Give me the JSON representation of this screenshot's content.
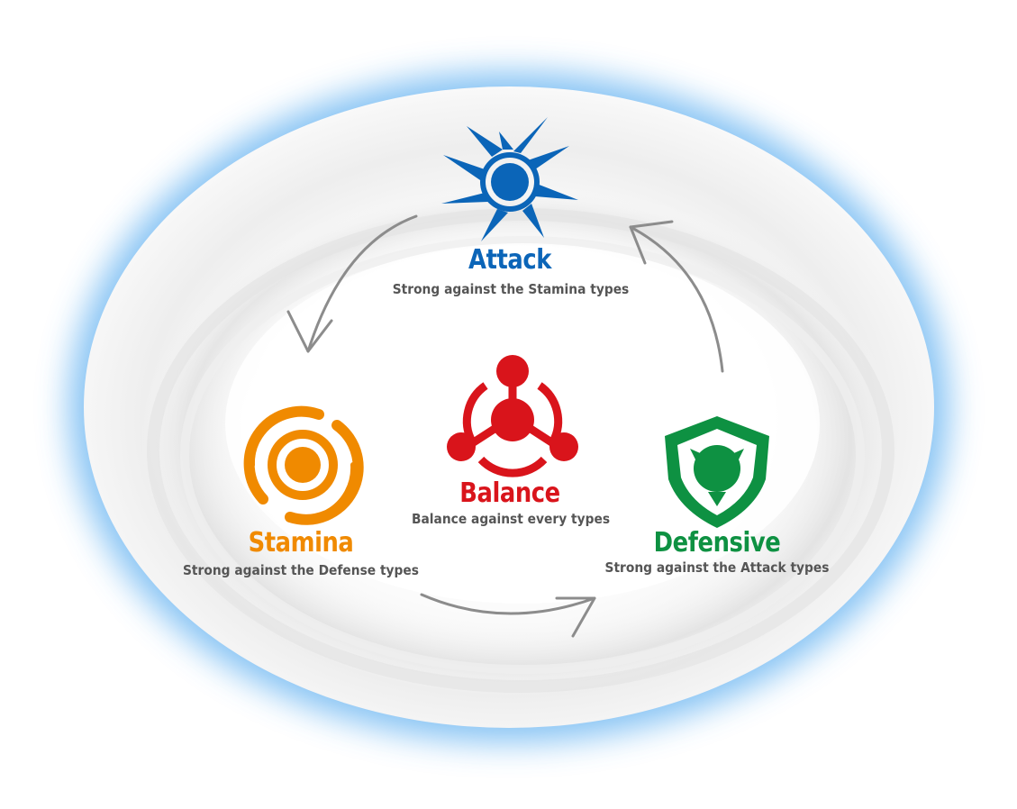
{
  "colors": {
    "attack": "#0b65b8",
    "stamina": "#f08a00",
    "balance": "#d9141b",
    "defensive": "#0e9142",
    "arrow": "#8c8c8c",
    "description": "#555555",
    "glow": "#6fb8f2"
  },
  "types": {
    "attack": {
      "title": "Attack",
      "description": "Strong against the Stamina types",
      "icon": "attack-vortex-icon"
    },
    "balance": {
      "title": "Balance",
      "description": "Balance against every types",
      "icon": "balance-molecule-icon"
    },
    "stamina": {
      "title": "Stamina",
      "description": "Strong against the Defense types",
      "icon": "stamina-spiral-icon"
    },
    "defensive": {
      "title": "Defensive",
      "description": "Strong against the Attack types",
      "icon": "defense-shield-icon"
    }
  }
}
